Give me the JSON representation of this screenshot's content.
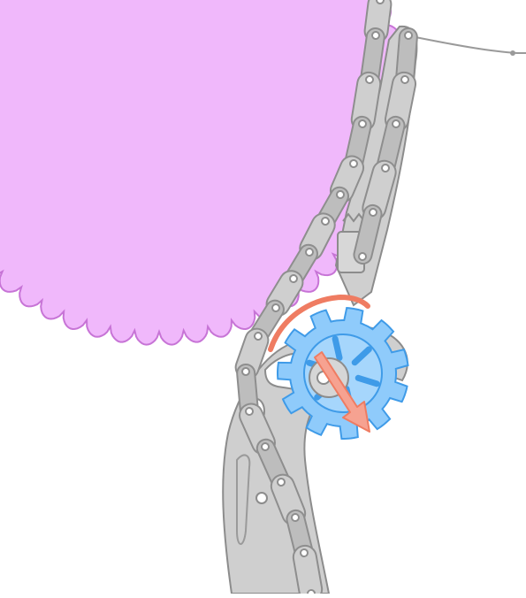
{
  "diagram": {
    "colors": {
      "chainring_fill": "#f0b8fb",
      "chainring_stroke": "#c774d6",
      "chain_fill": "#c8c8c8",
      "chain_stroke": "#8e8e8e",
      "cage_fill": "#cfcfcf",
      "cage_stroke": "#8c8c8c",
      "pulley_fill": "#8fcbfb",
      "pulley_stroke": "#3f9be8",
      "arrow_fill": "#f6a291",
      "arrow_stroke": "#ef7c62",
      "cable": "#9a9a9a",
      "background": "#ffffff"
    },
    "parts": [
      {
        "id": "chainring",
        "icon": "chainring-icon"
      },
      {
        "id": "chain",
        "icon": "chain-icon"
      },
      {
        "id": "derailleur-cage",
        "icon": "derailleur-cage-icon"
      },
      {
        "id": "jockey-pulley",
        "icon": "pulley-wheel-icon"
      },
      {
        "id": "rotation-arc",
        "icon": "rotation-arrow-icon"
      },
      {
        "id": "direction-arrow",
        "icon": "direction-arrow-icon"
      },
      {
        "id": "shift-cable",
        "icon": "cable-icon"
      }
    ]
  }
}
